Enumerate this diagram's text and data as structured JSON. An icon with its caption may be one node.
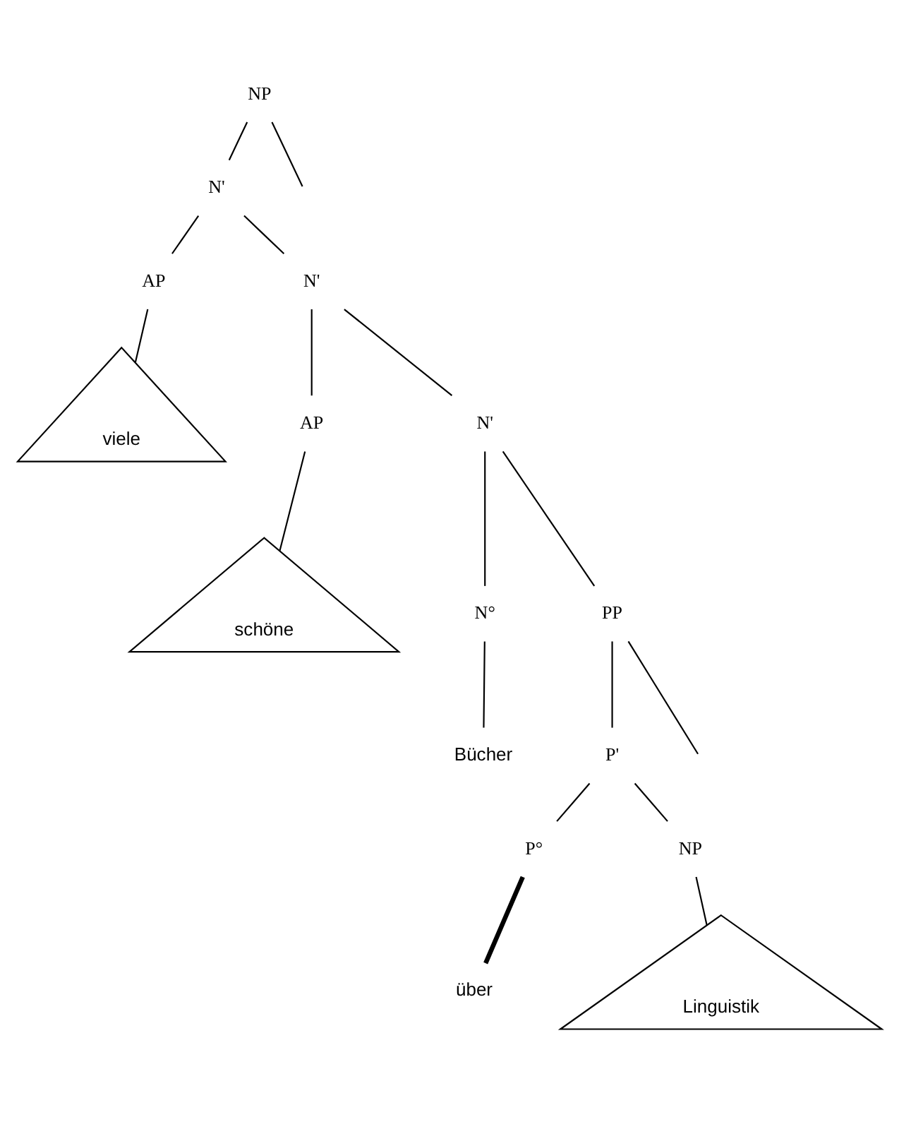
{
  "diagram": {
    "nodes": [
      {
        "text": [
          "NP"
        ]
      },
      {
        "text": [
          "N'"
        ]
      },
      {
        "text": [
          "AP"
        ]
      },
      {
        "text": [
          "N'"
        ]
      },
      {
        "text": [
          "viele"
        ]
      },
      {
        "text": [
          "AP"
        ]
      },
      {
        "text": [
          "N'"
        ]
      },
      {
        "text": [
          "schöne"
        ]
      },
      {
        "text": [
          "N°"
        ]
      },
      {
        "text": [
          "PP"
        ]
      },
      {
        "text": [
          "P'"
        ]
      },
      {
        "text": [
          "Bücher"
        ]
      },
      {
        "text": [
          "P°"
        ]
      },
      {
        "text": [
          "NP"
        ]
      },
      {
        "text": [
          "über"
        ]
      },
      {
        "text": [
          "Linguistik"
        ]
      }
    ],
    "edges": [
      {
        "from": 0,
        "to": null,
        "arrow": "none"
      },
      {
        "from": 0,
        "to": 1,
        "arrow": "none"
      },
      {
        "from": 1,
        "to": 2,
        "arrow": "none"
      },
      {
        "from": 1,
        "to": 3,
        "arrow": "none"
      },
      {
        "from": 2,
        "to": 4,
        "arrow": "none"
      },
      {
        "from": 3,
        "to": 5,
        "arrow": "none"
      },
      {
        "from": 3,
        "to": 6,
        "arrow": "none"
      },
      {
        "from": 5,
        "to": 7,
        "arrow": "none"
      },
      {
        "from": 6,
        "to": 8,
        "arrow": "none"
      },
      {
        "from": 6,
        "to": 9,
        "arrow": "none"
      },
      {
        "from": 8,
        "to": 11,
        "arrow": "none"
      },
      {
        "from": 9,
        "to": null,
        "arrow": "none"
      },
      {
        "from": 9,
        "to": 10,
        "arrow": "none"
      },
      {
        "from": 10,
        "to": 12,
        "arrow": "none"
      },
      {
        "from": 10,
        "to": 13,
        "arrow": "none"
      },
      {
        "from": 12,
        "to": 14,
        "arrow": "none",
        "style": "thick"
      },
      {
        "from": 13,
        "to": 15,
        "arrow": "none"
      }
    ]
  }
}
